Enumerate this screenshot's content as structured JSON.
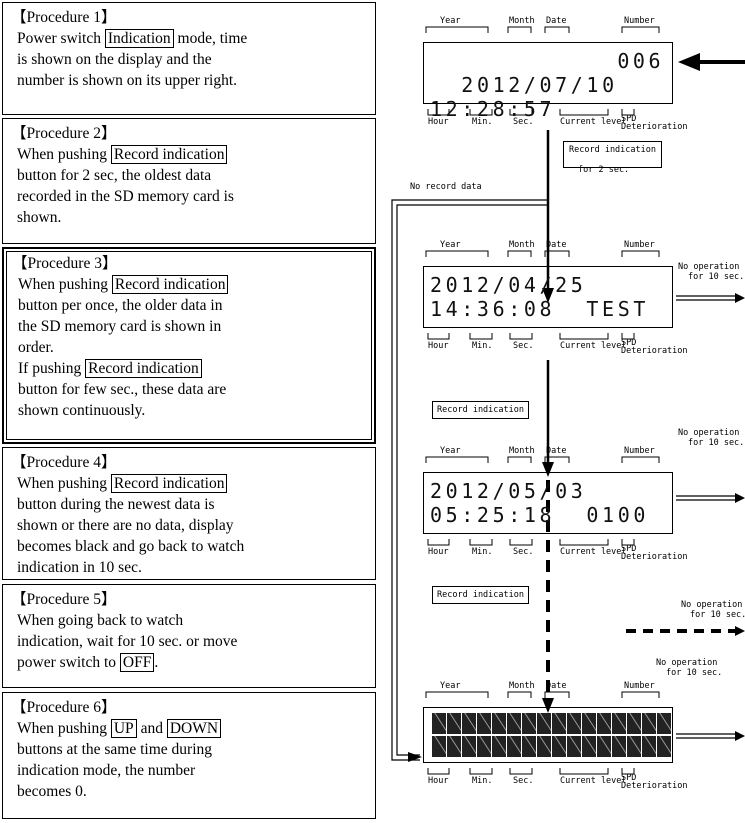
{
  "procedures": [
    {
      "title": "【Procedure 1】",
      "lines": [
        [
          {
            "t": "Power switch "
          },
          {
            "k": "Indication"
          },
          {
            "t": " mode, time"
          }
        ],
        [
          {
            "t": "is shown on the display and the"
          }
        ],
        [
          {
            "t": "number is shown on its upper right."
          }
        ]
      ]
    },
    {
      "title": "【Procedure 2】",
      "lines": [
        [
          {
            "t": "When pushing "
          },
          {
            "k": "Record indication "
          }
        ],
        [
          {
            "t": "button for 2 sec, the oldest data"
          }
        ],
        [
          {
            "t": "recorded in the SD memory card is"
          }
        ],
        [
          {
            "t": "shown."
          }
        ]
      ]
    },
    {
      "title": "【Procedure 3】",
      "lines": [
        [
          {
            "t": "When pushing "
          },
          {
            "k": "Record indication"
          }
        ],
        [
          {
            "t": "button per once, the older data in"
          }
        ],
        [
          {
            "t": "the SD memory card is shown in"
          }
        ],
        [
          {
            "t": "order."
          }
        ],
        [
          {
            "t": "If pushing "
          },
          {
            "k": "Record indication"
          }
        ],
        [
          {
            "t": "button for few sec., these data are"
          }
        ],
        [
          {
            "t": "shown continuously."
          }
        ]
      ]
    },
    {
      "title": "【Procedure 4】",
      "lines": [
        [
          {
            "t": "When pushing "
          },
          {
            "k": "Record indication "
          }
        ],
        [
          {
            "t": "button during the newest data is"
          }
        ],
        [
          {
            "t": "shown or there are no data, display"
          }
        ],
        [
          {
            "t": "becomes black and go back to watch"
          }
        ],
        [
          {
            "t": "indication in 10 sec."
          }
        ]
      ]
    },
    {
      "title": "【Procedure 5】",
      "lines": [
        [
          {
            "t": "When going back to watch"
          }
        ],
        [
          {
            "t": "indication, wait for 10 sec. or move"
          }
        ],
        [
          {
            "t": "power switch to "
          },
          {
            "k": "OFF"
          },
          {
            "t": "."
          }
        ]
      ]
    },
    {
      "title": "【Procedure 6】",
      "lines": [
        [
          {
            "t": "When pushing "
          },
          {
            "k": "UP"
          },
          {
            "t": " and "
          },
          {
            "k": "DOWN"
          }
        ],
        [
          {
            "t": "buttons at the same time during"
          }
        ],
        [
          {
            "t": "indication mode, the number"
          }
        ],
        [
          {
            "t": "becomes 0."
          }
        ]
      ]
    }
  ],
  "labels": {
    "year": "Year",
    "month": "Month",
    "date": "Date",
    "number": "Number",
    "hour": "Hour",
    "min": "Min.",
    "sec": "Sec.",
    "current": "Current level",
    "spd": "SPD",
    "deterioration": "Deterioration"
  },
  "displays": [
    {
      "line1": "2012/07/10",
      "right": "006",
      "line2": "12:28:57"
    },
    {
      "line1": "2012/04/25",
      "right": "",
      "line2": "14:36:08  TEST"
    },
    {
      "line1": "2012/05/03",
      "right": "",
      "line2": "05:25:18  0100"
    }
  ],
  "annotations": {
    "record_button": "Record indication",
    "for_2_sec": "for 2 sec.",
    "no_record": "No record data",
    "no_op_1": "No operation",
    "no_op_2": "for 10 sec.",
    "record_button_2": "Record indication",
    "record_button_3": "Record indication"
  }
}
